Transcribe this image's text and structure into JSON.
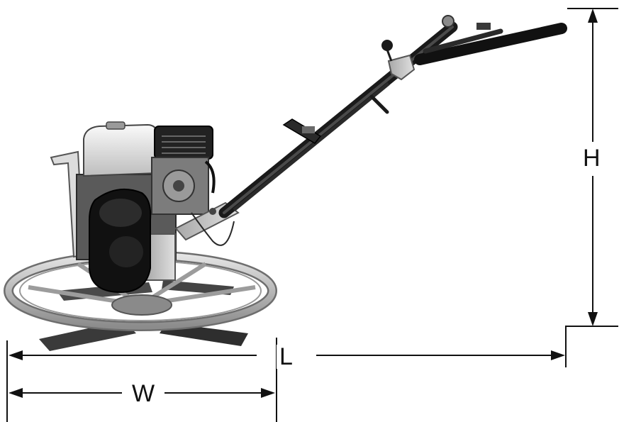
{
  "dimensions": {
    "height_label": "H",
    "length_label": "L",
    "width_label": "W"
  },
  "colors": {
    "line": "#111111",
    "machine_dark": "#1a1a1a",
    "machine_mid": "#7a7a7a",
    "machine_light": "#d6d6d6"
  },
  "icons": [
    "power-trowel-illustration",
    "dimension-arrow"
  ]
}
